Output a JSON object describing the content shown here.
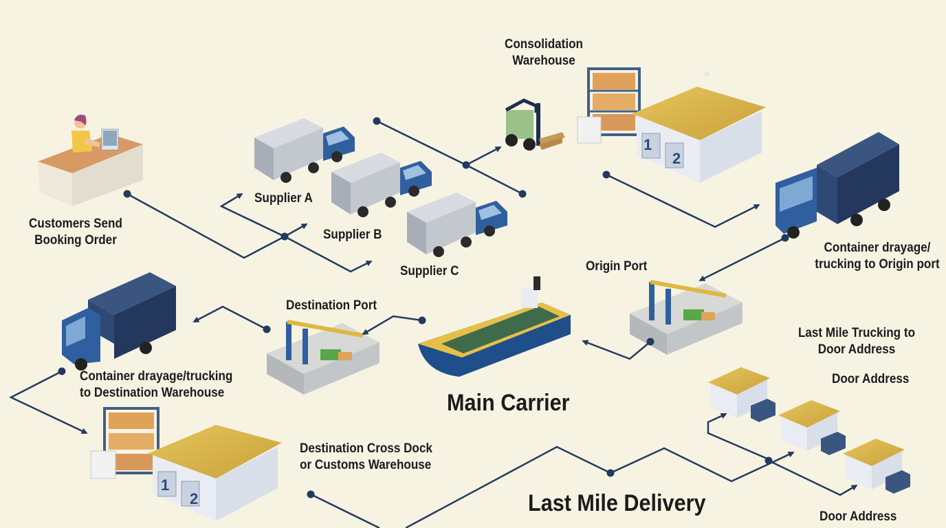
{
  "labels": {
    "customers": "Customers Send\nBooking Order",
    "supplier_a": "Supplier A",
    "supplier_b": "Supplier B",
    "supplier_c": "Supplier C",
    "consolidation": "Consolidation\nWarehouse",
    "drayage_origin": "Container drayage/\ntrucking to Origin port",
    "origin_port": "Origin Port",
    "destination_port": "Destination Port",
    "main_carrier": "Main Carrier",
    "drayage_destination": "Container drayage/trucking\nto Destination Warehouse",
    "destination_cross_dock": "Destination Cross Dock\nor Customs Warehouse",
    "last_mile_trucking": "Last Mile Trucking to\nDoor Address",
    "door_address_1": "Door Address",
    "door_address_2": "Door Address",
    "last_mile_delivery": "Last Mile Delivery"
  },
  "warehouse_doors": [
    "1",
    "2"
  ],
  "colors": {
    "background": "#f7f3e3",
    "line": "#223a5e",
    "truck_blue": "#2f5f9e",
    "container_navy": "#24385e",
    "roof_yellow": "#d8b24a",
    "box_orange": "#e0a25a",
    "cargo_green": "#5aa64a"
  }
}
